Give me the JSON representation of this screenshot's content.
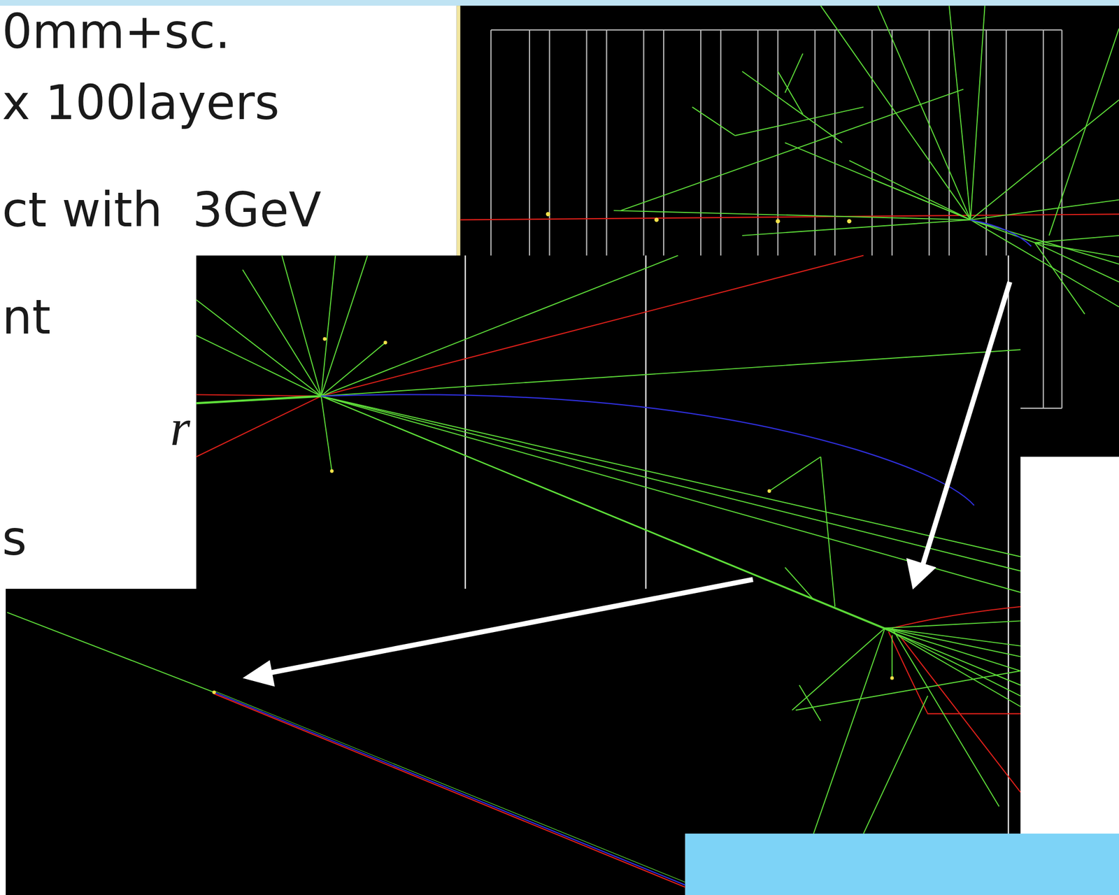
{
  "diagram": {
    "labels": [
      "0mm+sc.",
      "x 100layers",
      "ct with  3GeV",
      "nt",
      "r",
      "s"
    ]
  }
}
